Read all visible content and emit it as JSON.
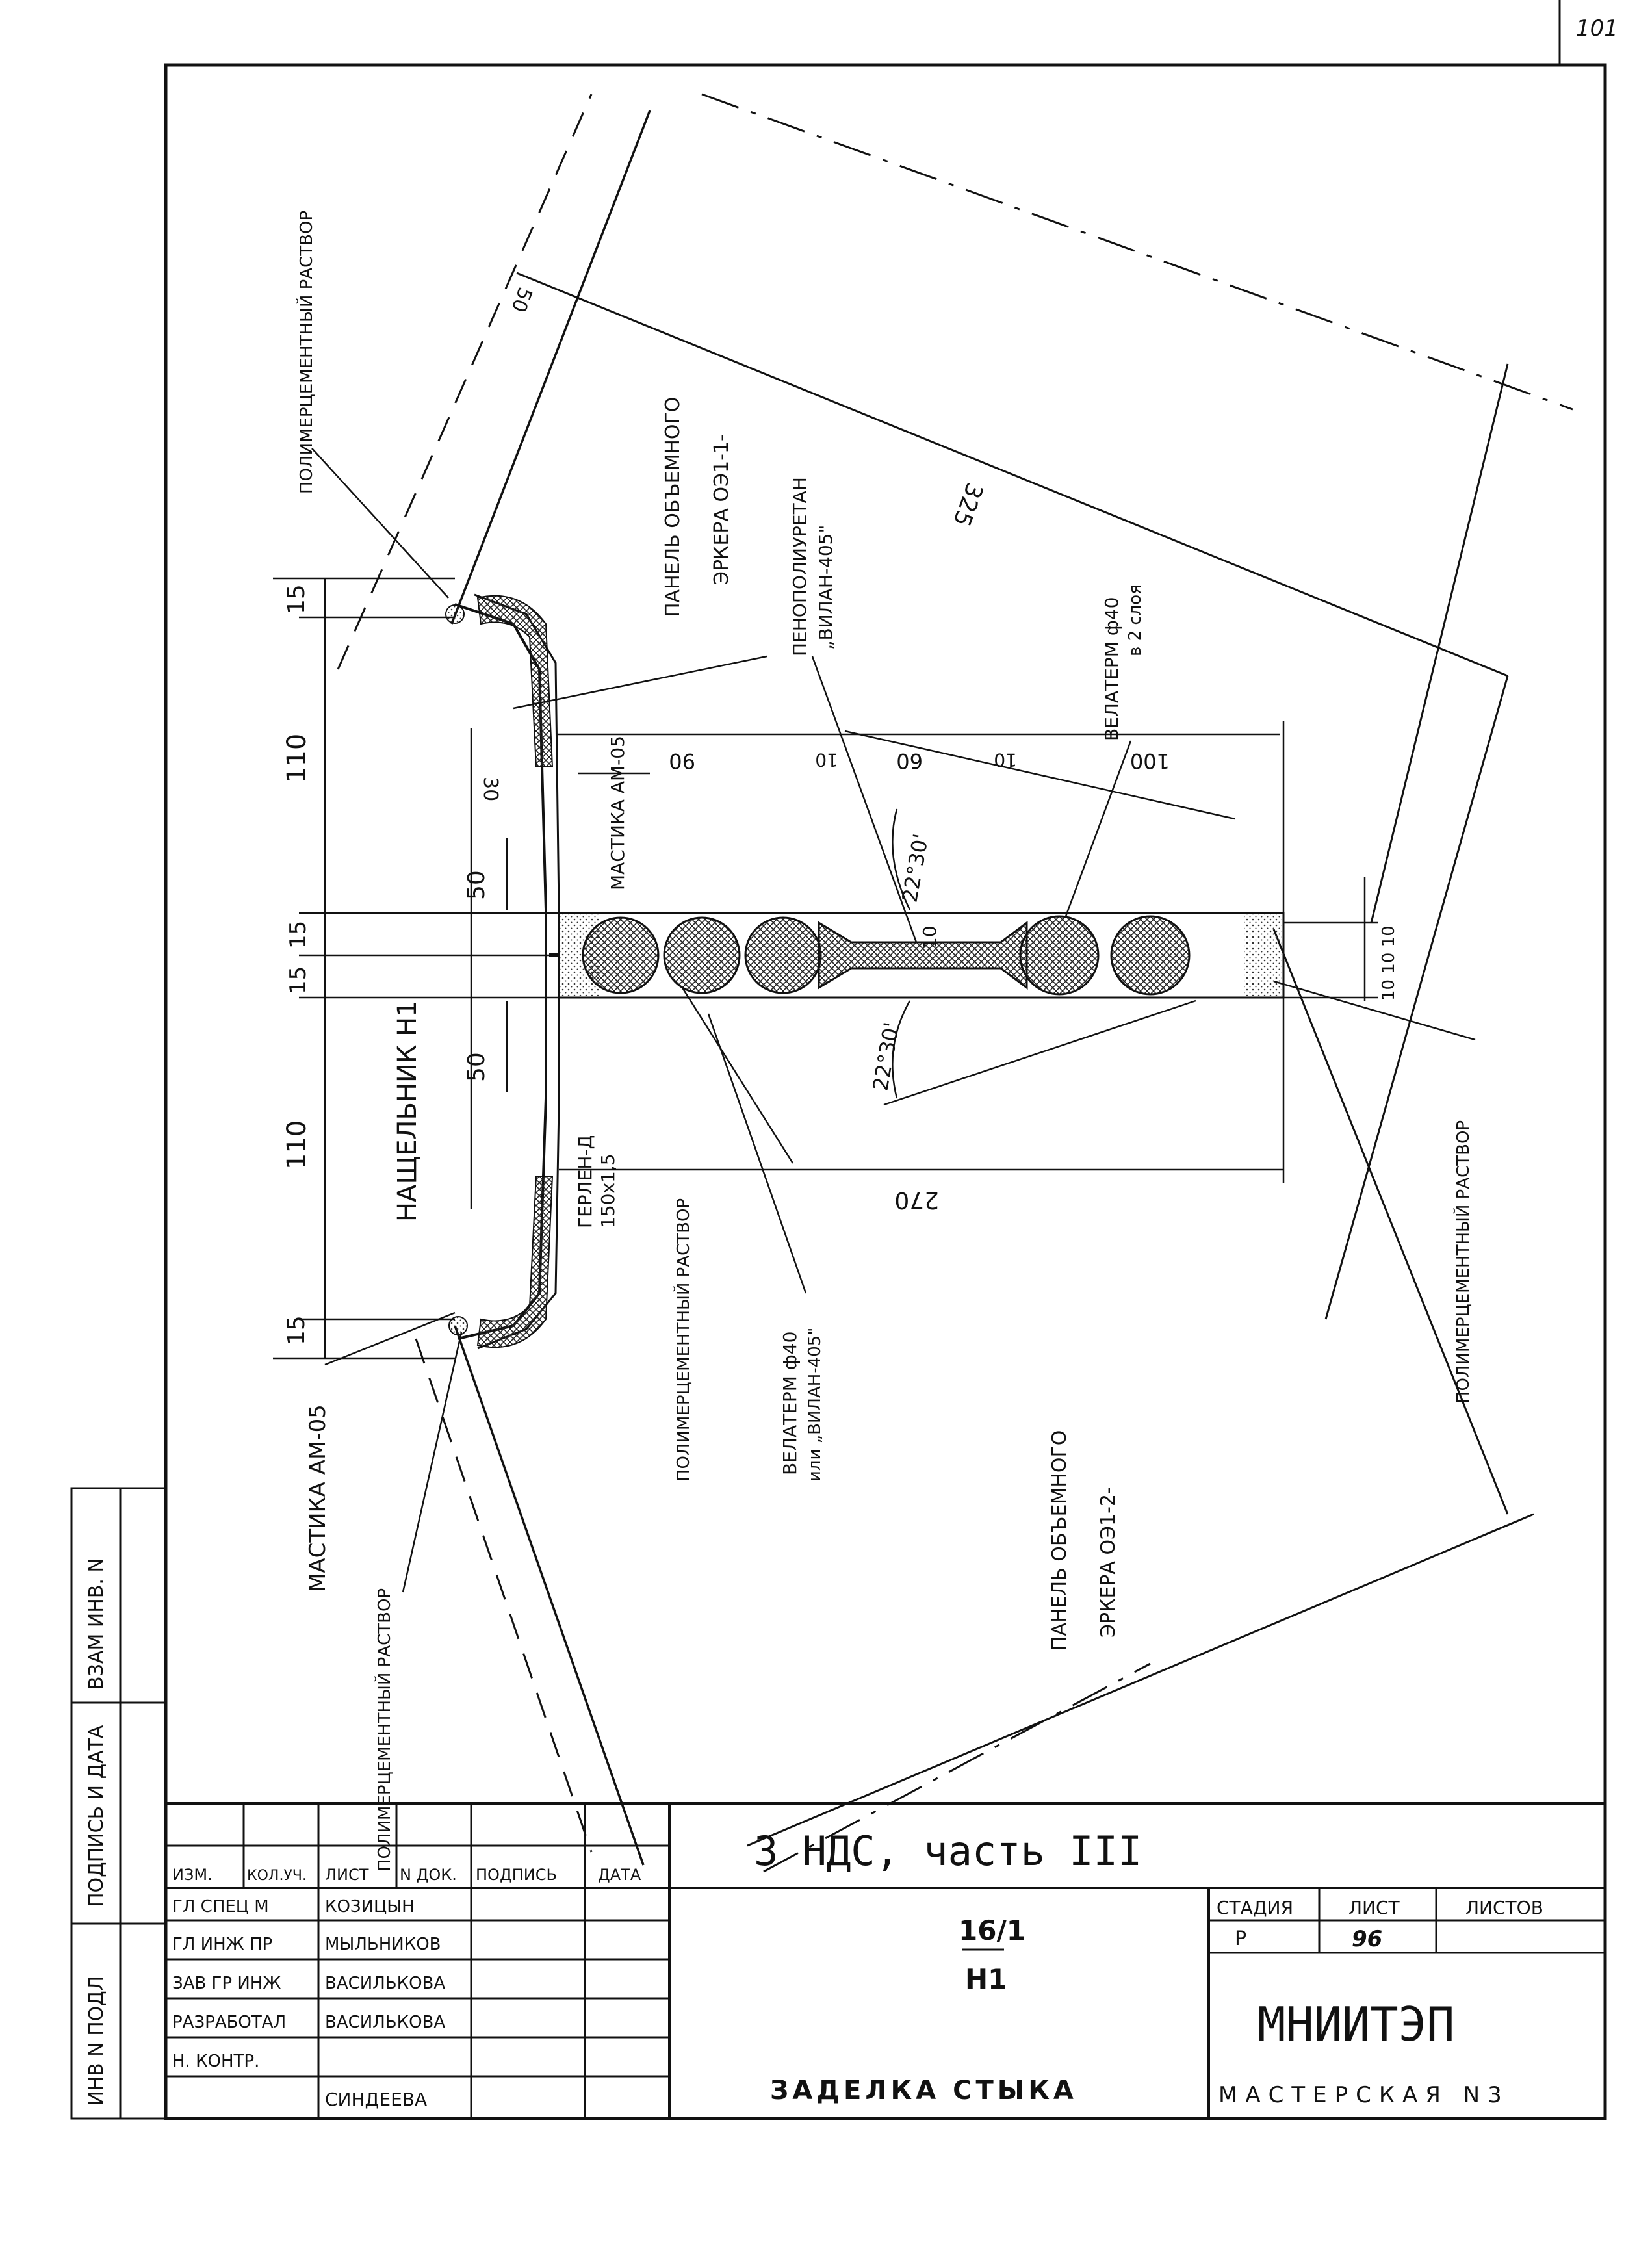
{
  "page_number": "101",
  "labels": {
    "polymer_mortar_top": "ПОЛИМЕРЦЕМЕНТНЫЙ РАСТВОР",
    "panel_1": "ПАНЕЛЬ ОБЪЕМНОГО",
    "panel_1_b": "ЭРКЕРА ОЭ1-1-",
    "foam": "ПЕНОПОЛИУРЕТАН",
    "foam_b": "„ВИЛАН-405\"",
    "velaterm_top": "ВЕЛАТЕРМ ф40",
    "velaterm_top_b": "в 2 слоя",
    "mastic_am05": "МАСТИКА АМ-05",
    "nashchelnik": "НАЩЕЛЬНИК Н1",
    "gerlen": "ГЕРЛЕН-Д",
    "gerlen_b": "150x1,5",
    "polymer_mortar_mid": "ПОЛИМЕРЦЕМЕНТНЫЙ РАСТВОР",
    "velaterm_bot": "ВЕЛАТЕРМ ф40",
    "velaterm_bot_b": "или „ВИЛАН-405\"",
    "polymer_mortar_right": "ПОЛИМЕРЦЕМЕНТНЫЙ РАСТВОР",
    "panel_2": "ПАНЕЛЬ ОБЪЕМНОГО",
    "panel_2_b": "ЭРКЕРА ОЭ1-2-",
    "mastic_am05_left": "МАСТИКА АМ-05",
    "polymer_mortar_left": "ПОЛИМЕРЦЕМЕНТНЫЙ РАСТВОР"
  },
  "dimensions": {
    "d15_top": "15",
    "d110_top": "110",
    "d15a": "15",
    "d15b": "15",
    "d110_bot": "110",
    "d15_bot": "15",
    "d50_top": "50",
    "d50_bot": "50",
    "d30": "30",
    "d50_panel": "50",
    "d325": "325",
    "d90": "90",
    "d10a": "10",
    "d60": "60",
    "d10b": "10",
    "d100": "100",
    "d270": "270",
    "d10_joint": "10",
    "d101010": "10 10 10",
    "angle_top": "22°30'",
    "angle_bot": "22°30'"
  },
  "side_stamp": {
    "vzam": "ВЗАМ ИНВ. N",
    "podpis": "ПОДПИСЬ И ДАТА",
    "inv": "ИНВ N ПОДЛ"
  },
  "title_block": {
    "header_cols": [
      "ИЗМ.",
      "КОЛ.УЧ.",
      "ЛИСТ",
      "N ДОК.",
      "ПОДПИСЬ",
      "ДАТА"
    ],
    "roles": [
      {
        "role": "ГЛ СПЕЦ М",
        "name": "КОЗИЦЫН"
      },
      {
        "role": "ГЛ ИНЖ ПР",
        "name": "МЫЛЬНИКОВ"
      },
      {
        "role": "ЗАВ ГР ИНЖ",
        "name": "ВАСИЛЬКОВА"
      },
      {
        "role": "РАЗРАБОТАЛ",
        "name": "ВАСИЛЬКОВА"
      },
      {
        "role": "Н. КОНТР.",
        "name": "СИНДЕЕВА"
      }
    ],
    "project": "3 НДС, часть III",
    "drawing_no": "16/1",
    "drawing_code": "Н1",
    "drawing_title": "ЗАДЕЛКА СТЫКА",
    "stage_label": "СТАДИЯ",
    "sheet_label": "ЛИСТ",
    "sheets_label": "ЛИСТОВ",
    "stage": "Р",
    "sheet": "96",
    "sheets": "",
    "org": "МНИИТЭП",
    "workshop": "МАСТЕРСКАЯ N3"
  }
}
